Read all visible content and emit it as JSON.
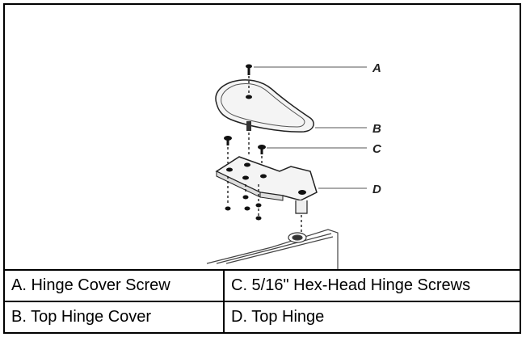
{
  "figure": {
    "callouts": {
      "a": "A",
      "b": "B",
      "c": "C",
      "d": "D"
    }
  },
  "legend": {
    "rows": [
      {
        "left": "A. Hinge Cover Screw",
        "right": "C. 5/16\" Hex-Head Hinge Screws"
      },
      {
        "left": "B. Top Hinge Cover",
        "right": "D. Top Hinge"
      }
    ]
  }
}
